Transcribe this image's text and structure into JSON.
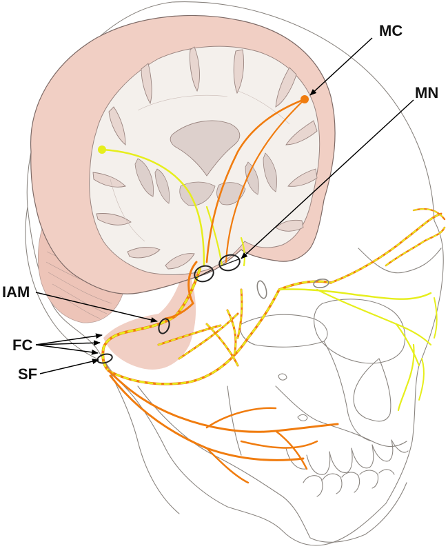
{
  "labels": {
    "mc": "MC",
    "mn": "MN",
    "iam": "IAM",
    "fc": "FC",
    "sf": "SF"
  },
  "colors": {
    "background": "#ffffff",
    "motor_pathway": "#f07c0f",
    "sensory_pathway": "#e6ee1c",
    "brain_cortex": "#f1cfc4",
    "brain_white_matter": "#f4f0ec",
    "brain_deep_structures": "#ddd0cc",
    "skull_lines": "#8a8580",
    "foramen_rings": "#222222",
    "leaders": "#000000"
  },
  "icons": {
    "motor_cortex_dot": "orange-circle",
    "sensory_origin_dot": "yellow-circle"
  }
}
